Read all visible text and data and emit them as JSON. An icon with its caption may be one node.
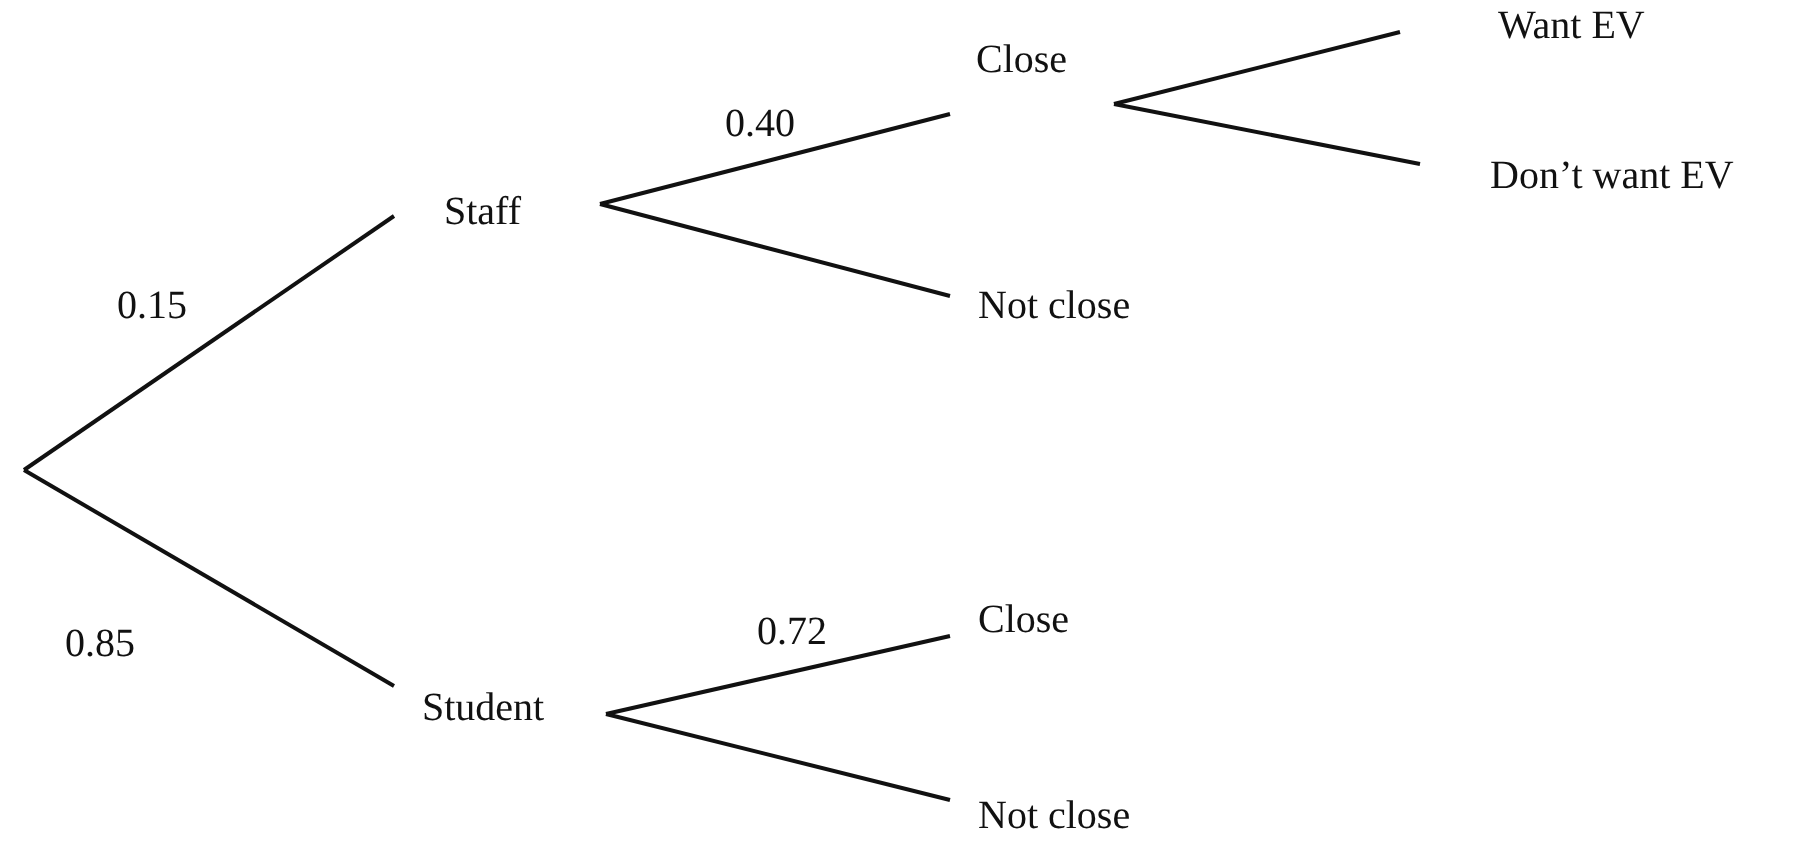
{
  "diagram": {
    "nodes": [
      {
        "text": [
          "Staff"
        ]
      },
      {
        "text": [
          "Student"
        ]
      },
      {
        "text": [
          "Close"
        ]
      },
      {
        "text": [
          "Not close"
        ]
      },
      {
        "text": [
          "Close"
        ]
      },
      {
        "text": [
          "Not close"
        ]
      },
      {
        "text": [
          "Want EV"
        ]
      },
      {
        "text": [
          "Don’t want EV"
        ]
      }
    ],
    "edges": [
      {
        "from": null,
        "to": 0,
        "arrow": "none",
        "label": "0.15"
      },
      {
        "from": null,
        "to": 1,
        "arrow": "none",
        "label": "0.85"
      },
      {
        "from": 0,
        "to": 2,
        "arrow": "none",
        "label": "0.40"
      },
      {
        "from": 0,
        "to": 3,
        "arrow": "none"
      },
      {
        "from": 1,
        "to": 4,
        "arrow": "none",
        "label": "0.72"
      },
      {
        "from": 1,
        "to": 5,
        "arrow": "none"
      },
      {
        "from": 2,
        "to": 6,
        "arrow": "none"
      },
      {
        "from": 2,
        "to": 7,
        "arrow": "none"
      }
    ]
  }
}
